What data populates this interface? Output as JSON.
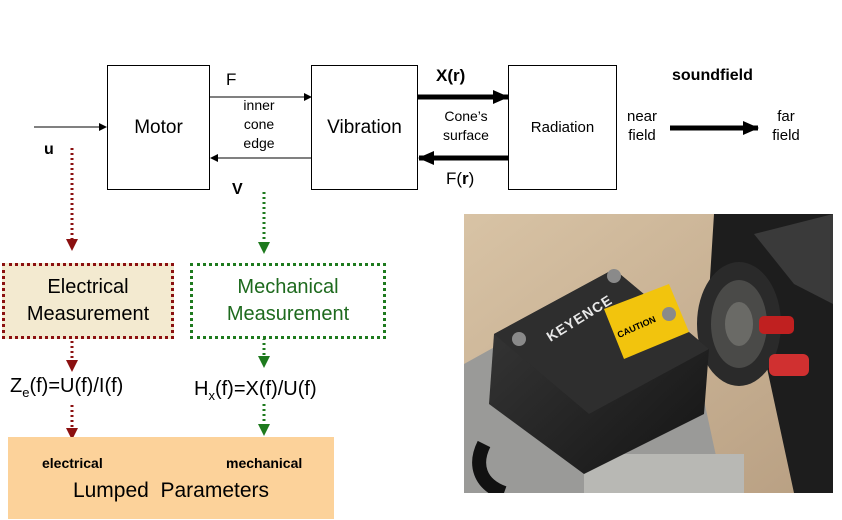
{
  "blocks": {
    "motor": "Motor",
    "vibration": "Vibration",
    "radiation": "Radiation"
  },
  "signals": {
    "u": "u",
    "F": "F",
    "V": "V",
    "inner_cone_edge": [
      "inner",
      "cone",
      "edge"
    ],
    "X_prefix": "X(",
    "X_bold": "r",
    "X_suffix": ")",
    "cones_surface": [
      "Cone’s",
      "surface"
    ],
    "Fr_prefix": "F(",
    "Fr_bold": "r",
    "Fr_suffix": ")",
    "soundfield": "soundfield",
    "near_field": [
      "near",
      "field"
    ],
    "far_field": [
      "far",
      "field"
    ]
  },
  "measurements": {
    "electrical": [
      "Electrical",
      "Measurement"
    ],
    "mechanical": [
      "Mechanical",
      "Measurement"
    ],
    "ze_formula": {
      "Z": "Z",
      "sub": "e",
      "rest": "(f)=U(f)/I(f)"
    },
    "hx_formula": {
      "H": "H",
      "sub": "x",
      "rest": "(f)=X(f)/U(f)"
    }
  },
  "lumped": {
    "electrical": "electrical",
    "mechanical": "mechanical",
    "title": "Lumped  Parameters"
  },
  "photo": {
    "brand": "KEYENCE",
    "caution": "CAUTION"
  },
  "colors": {
    "electrical_dots": "#8b1010",
    "mechanical_dots": "#1e7a1e",
    "electrical_fill": "#f3ead0",
    "mechanical_text": "#1e6a1e",
    "lumped_fill": "#fcd29a"
  }
}
